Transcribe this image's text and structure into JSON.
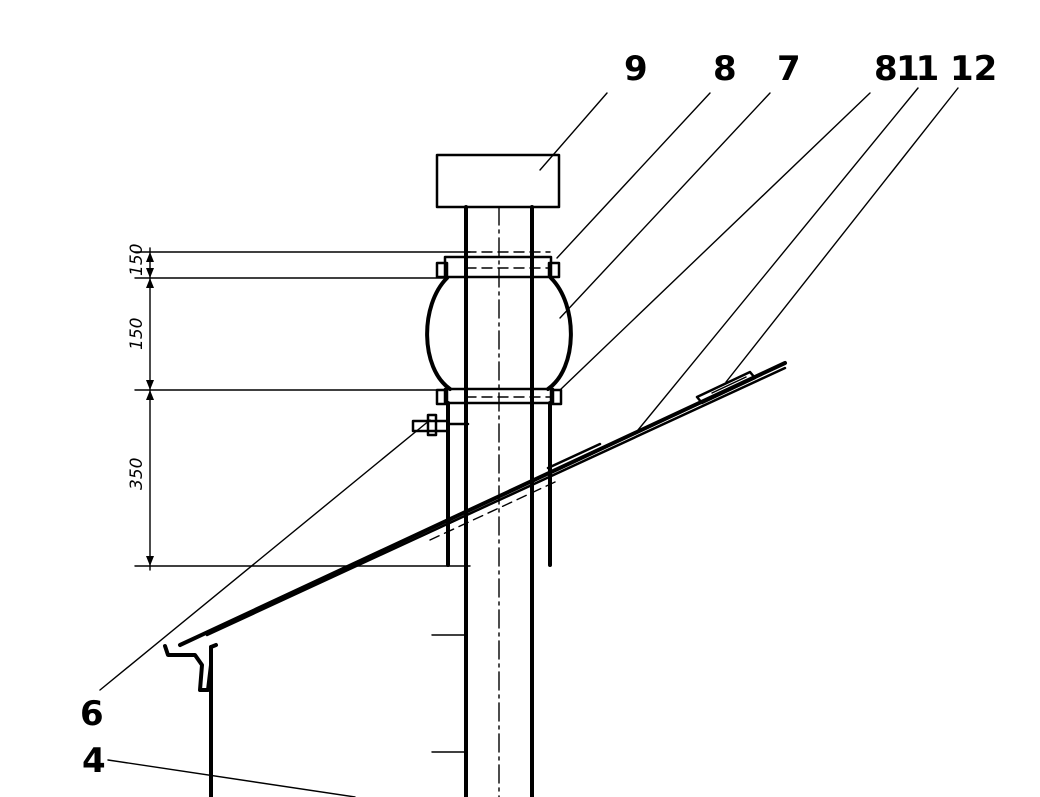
{
  "callouts": {
    "c9": "9",
    "c8a": "8",
    "c7": "7",
    "c8b": "8",
    "c11": "11",
    "c12": "12",
    "c6": "6",
    "c4": "4"
  },
  "dimensions": {
    "d_top": "150",
    "d_mid": "150",
    "d_low": "350"
  },
  "colors": {
    "ink": "#000000",
    "paper": "#ffffff"
  }
}
